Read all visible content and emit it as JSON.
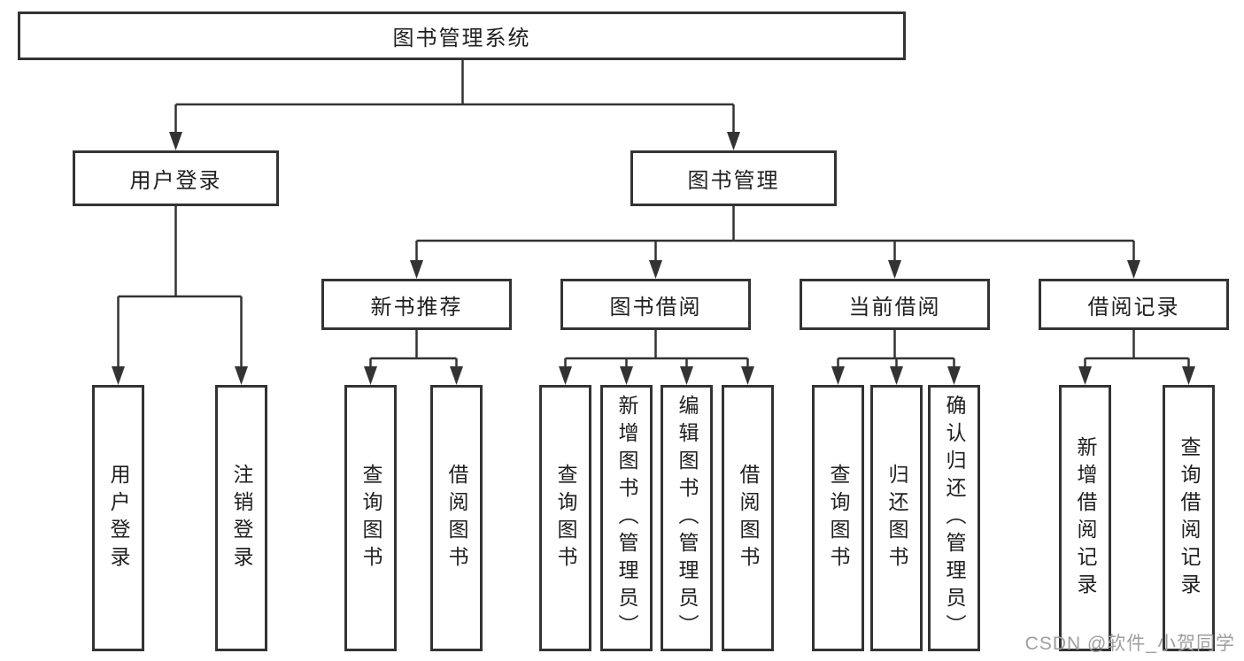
{
  "colors": {
    "line": "#333333",
    "box_border": "#333333",
    "text": "#1f1f1f",
    "background": "#ffffff",
    "watermark": "#9e9e9e"
  },
  "nodes": {
    "root": "图书管理系统",
    "level2": [
      "用户登录",
      "图书管理"
    ],
    "level3": [
      "新书推荐",
      "图书借阅",
      "当前借阅",
      "借阅记录"
    ],
    "leaves": {
      "login": [
        "用户登录",
        "注销登录"
      ],
      "recommend": [
        "查询图书",
        "借阅图书"
      ],
      "borrow": [
        "查询图书",
        "新增图书（管理员）",
        "编辑图书（管理员）",
        "借阅图书"
      ],
      "current": [
        "查询图书",
        "归还图书",
        "确认归还（管理员）"
      ],
      "records": [
        "新增借阅记录",
        "查询借阅记录"
      ]
    }
  },
  "watermark": {
    "text": "CSDN @软件_小贺同学"
  }
}
